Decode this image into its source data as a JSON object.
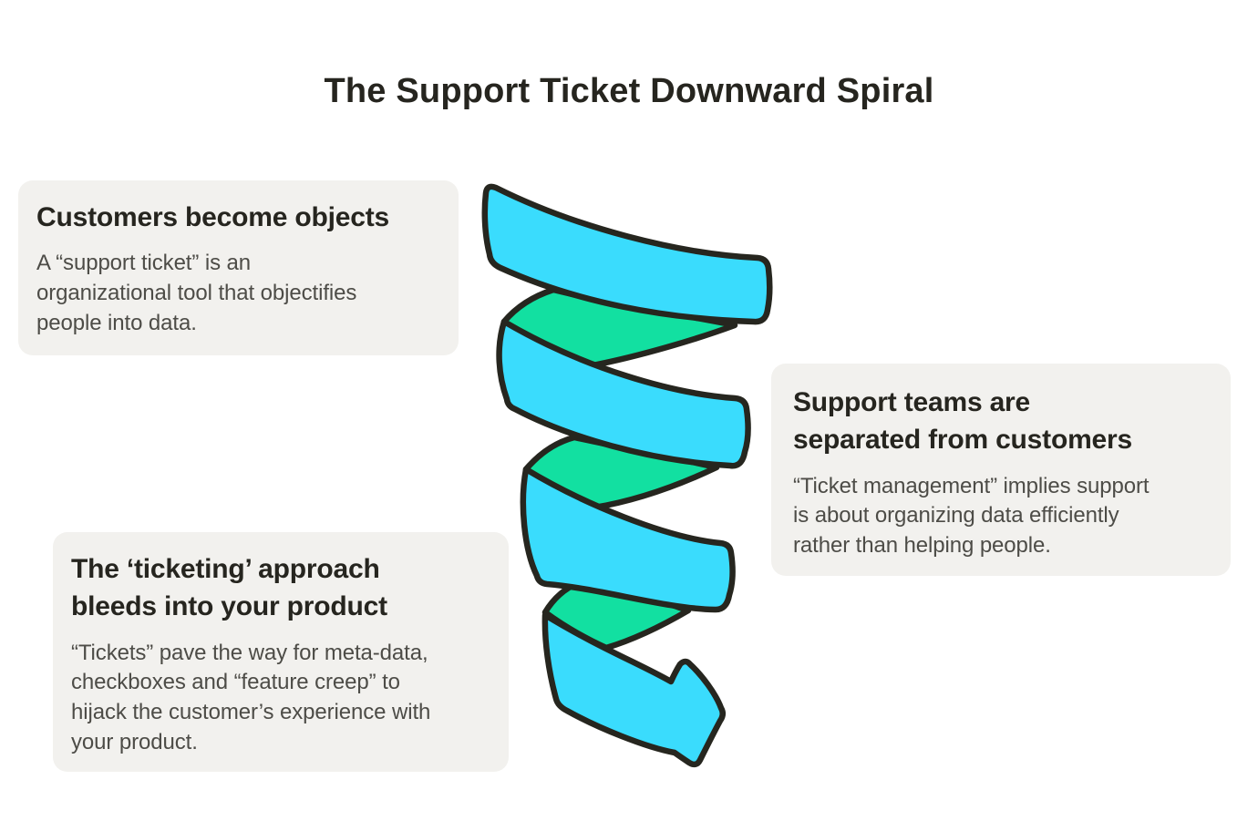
{
  "title": "The Support Ticket Downward Spiral",
  "colors": {
    "cyan": "#3adcfd",
    "green": "#12e0a1",
    "outline": "#26261f",
    "card_bg": "#f2f1ee",
    "heading": "#26251f",
    "body": "#4d4c47"
  },
  "cards": [
    {
      "id": "customers-become-objects",
      "heading_lines": [
        "Customers become objects"
      ],
      "body_lines": [
        "A “support ticket” is an",
        "organizational tool that objectifies",
        "people into data."
      ]
    },
    {
      "id": "support-teams-separated",
      "heading_lines": [
        "Support teams are",
        "separated from customers"
      ],
      "body_lines": [
        "“Ticket management” implies support",
        "is about organizing data efficiently",
        "rather than helping people."
      ]
    },
    {
      "id": "ticketing-bleeds-into-product",
      "heading_lines": [
        "The ‘ticketing’ approach",
        "bleeds into your product"
      ],
      "body_lines": [
        "“Tickets” pave the way for meta-data,",
        "checkboxes and “feature creep” to",
        "hijack the customer’s experience with",
        "your product."
      ]
    }
  ],
  "spiral": {
    "name": "downward-spiral-arrow",
    "front_band_count": 4,
    "back_band_count": 3,
    "direction": "downward, arrow exits bottom-right"
  }
}
